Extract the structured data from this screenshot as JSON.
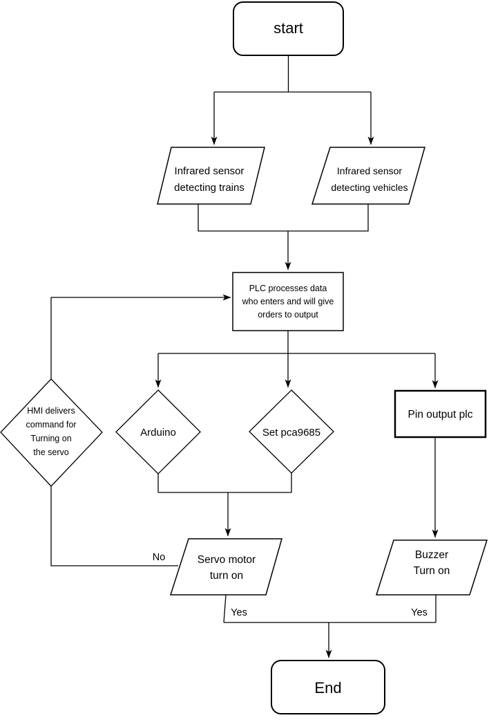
{
  "diagram": {
    "background": "#ffffff",
    "stroke_color": "#000000",
    "shape_fill": "#ffffff",
    "nodes": {
      "start": {
        "type": "terminator",
        "label": "start"
      },
      "sensor_trains": {
        "type": "input-output",
        "line1": "Infrared sensor",
        "line2": "detecting trains"
      },
      "sensor_vehicles": {
        "type": "input-output",
        "line1": "Infrared sensor",
        "line2": "detecting vehicles"
      },
      "plc": {
        "type": "process",
        "line1": "PLC processes data",
        "line2": "who enters and will give",
        "line3": "orders to output"
      },
      "hmi": {
        "type": "decision",
        "line1": "HMI delivers",
        "line2": "command for",
        "line3": "Turning on",
        "line4": "the servo"
      },
      "arduino": {
        "type": "decision",
        "label": "Arduino"
      },
      "pca9685": {
        "type": "decision",
        "label": "Set pca9685"
      },
      "pin_output": {
        "type": "process",
        "label": "Pin output plc"
      },
      "servo": {
        "type": "input-output",
        "line1": "Servo motor",
        "line2": "turn on"
      },
      "buzzer": {
        "type": "input-output",
        "line1": "Buzzer",
        "line2": "Turn on"
      },
      "end": {
        "type": "terminator",
        "label": "End"
      }
    },
    "edge_labels": {
      "no": "No",
      "yes_servo": "Yes",
      "yes_buzzer": "Yes"
    },
    "edges": [
      {
        "from": "start",
        "to": "sensor_trains"
      },
      {
        "from": "start",
        "to": "sensor_vehicles"
      },
      {
        "from": "sensor_trains",
        "to": "plc"
      },
      {
        "from": "sensor_vehicles",
        "to": "plc"
      },
      {
        "from": "hmi",
        "to": "plc"
      },
      {
        "from": "plc",
        "to": "arduino"
      },
      {
        "from": "plc",
        "to": "pca9685"
      },
      {
        "from": "plc",
        "to": "pin_output"
      },
      {
        "from": "arduino",
        "to": "servo"
      },
      {
        "from": "pca9685",
        "to": "servo"
      },
      {
        "from": "pin_output",
        "to": "buzzer"
      },
      {
        "from": "hmi",
        "to": "servo",
        "label": "No"
      },
      {
        "from": "servo",
        "to": "end",
        "label": "Yes"
      },
      {
        "from": "buzzer",
        "to": "end",
        "label": "Yes"
      }
    ]
  }
}
